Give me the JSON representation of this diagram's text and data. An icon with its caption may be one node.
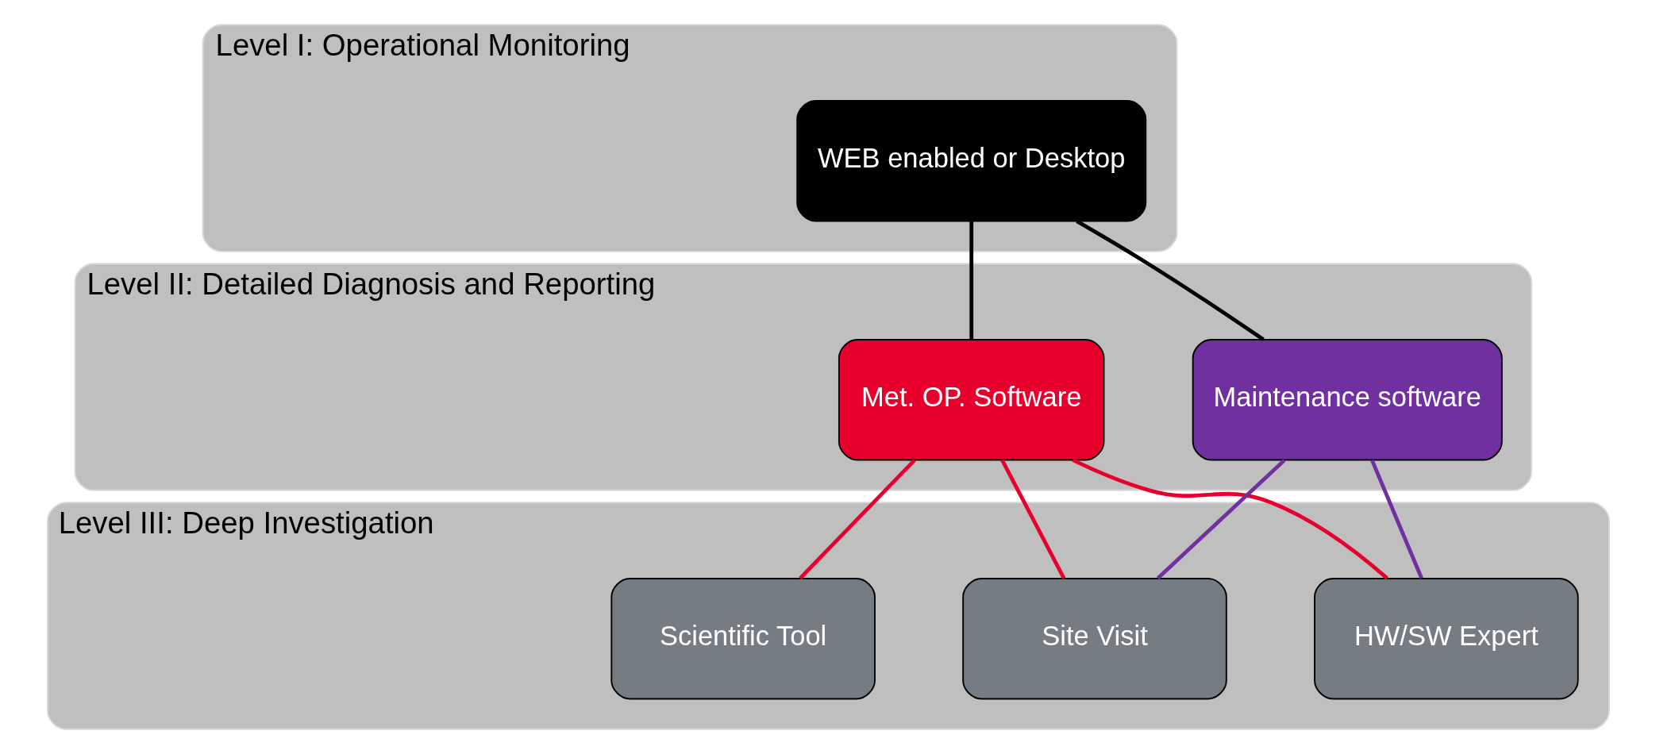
{
  "diagram": {
    "nodes": [
      {
        "text": [
          "Level I: Operational Monitoring"
        ]
      },
      {
        "text": [
          "WEB enabled or Desktop"
        ],
        "in": 0
      },
      {
        "text": [
          "Level II: Detailed Diagnosis and Reporting"
        ]
      },
      {
        "text": [
          "Met. OP. Software"
        ],
        "in": 2
      },
      {
        "text": [
          "Maintenance software"
        ],
        "in": 2
      },
      {
        "text": [
          "Level III: Deep Investigation"
        ]
      },
      {
        "text": [
          "Scientific Tool"
        ],
        "in": 5
      },
      {
        "text": [
          "HW/SW Expert"
        ],
        "in": 5
      },
      {
        "text": [
          "Site Visit"
        ],
        "in": 5
      }
    ],
    "edges": [
      {
        "from": 1,
        "to": 3,
        "arrow": "none",
        "color": "#000000"
      },
      {
        "from": 1,
        "to": 4,
        "arrow": "none",
        "color": "#000000"
      },
      {
        "from": 3,
        "to": 6,
        "arrow": "none"
      },
      {
        "from": 3,
        "to": 7,
        "arrow": "none"
      },
      {
        "from": 3,
        "to": 8,
        "arrow": "none"
      },
      {
        "from": 4,
        "to": 7,
        "arrow": "none",
        "color": "#7030a0"
      },
      {
        "from": 4,
        "to": 8,
        "arrow": "none",
        "color": "#7030a0"
      }
    ]
  }
}
